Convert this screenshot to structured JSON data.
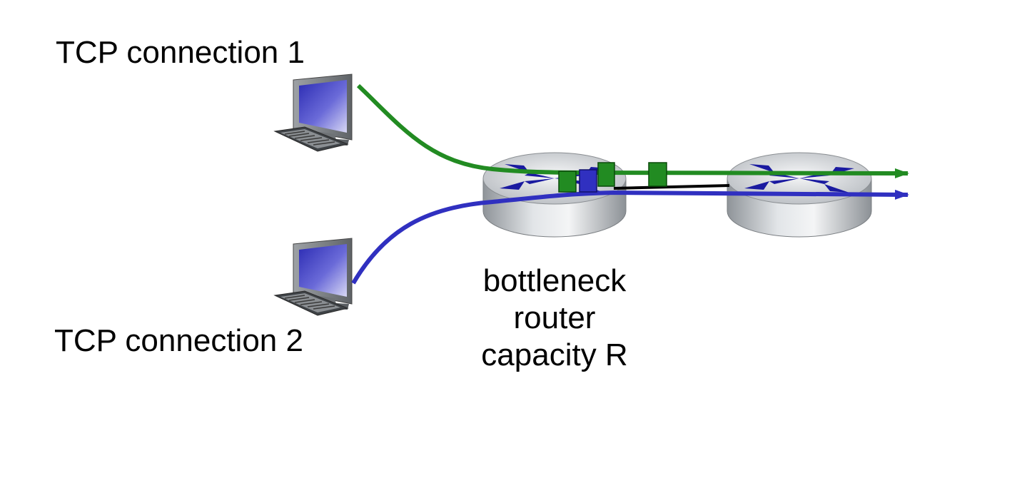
{
  "labels": {
    "connection_1": "TCP connection 1",
    "connection_2": "TCP connection 2",
    "bottleneck_lines": [
      "bottleneck",
      "router",
      "capacity R"
    ]
  },
  "colors": {
    "connection_1": "#228b22",
    "connection_2": "#3030c0",
    "router_arrows": "#1a1aa0",
    "link": "#000000"
  },
  "icons": [
    "computer-icon",
    "router-icon"
  ]
}
